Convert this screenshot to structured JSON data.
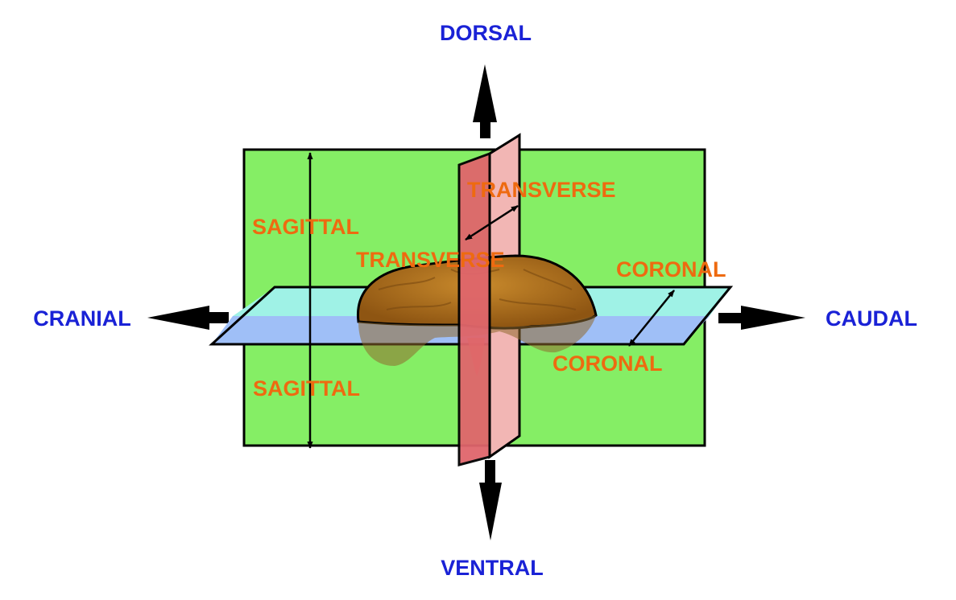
{
  "colors": {
    "direction_label": "#1a22d6",
    "plane_label": "#ee6a10",
    "sagittal_plane": "#85ee65",
    "coronal_plane_top": "#9ff2e6",
    "coronal_plane_bottom": "#9fbff7",
    "transverse_plane_front": "#e0666c",
    "transverse_plane_back": "#f2b6b4",
    "brain": "#b4741c",
    "outline": "#000000"
  },
  "directions": {
    "dorsal": "DORSAL",
    "ventral": "VENTRAL",
    "cranial": "CRANIAL",
    "caudal": "CAUDAL"
  },
  "planes": {
    "sagittal_top": "SAGITTAL",
    "sagittal_bottom": "SAGITTAL",
    "transverse_top": "TRANSVERSE",
    "transverse_bottom": "TRANSVERSE",
    "coronal_top": "CORONAL",
    "coronal_bottom": "CORONAL"
  },
  "icons": {
    "direction_arrows": "block-arrow-icon",
    "plane_arrows": "double-headed-arrow-icon",
    "specimen": "brain-illustration"
  }
}
